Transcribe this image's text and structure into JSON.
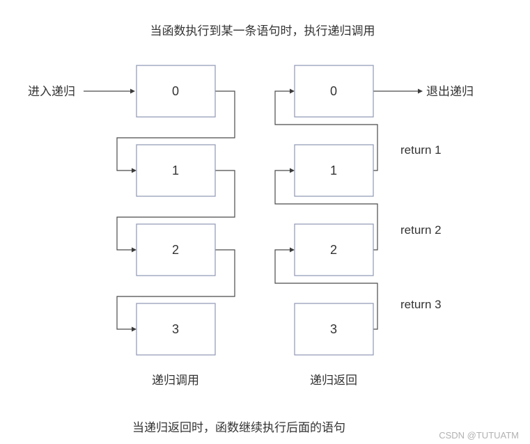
{
  "header": {
    "title": "当函数执行到某一条语句时，执行递归调用"
  },
  "footer": {
    "caption": "当递归返回时，函数继续执行后面的语句"
  },
  "watermark": "CSDN @TUTUATM",
  "diagram": {
    "enter_label": "进入递归",
    "exit_label": "退出递归",
    "left_column": {
      "label": "递归调用",
      "boxes": [
        "0",
        "1",
        "2",
        "3"
      ]
    },
    "right_column": {
      "label": "递归返回",
      "boxes": [
        "0",
        "1",
        "2",
        "3"
      ]
    },
    "return_labels": [
      "return 1",
      "return 2",
      "return 3"
    ],
    "colors": {
      "box_border": "#8e96b3",
      "line": "#4a4a4a",
      "text": "#333333",
      "watermark": "#b1b1b1"
    }
  }
}
